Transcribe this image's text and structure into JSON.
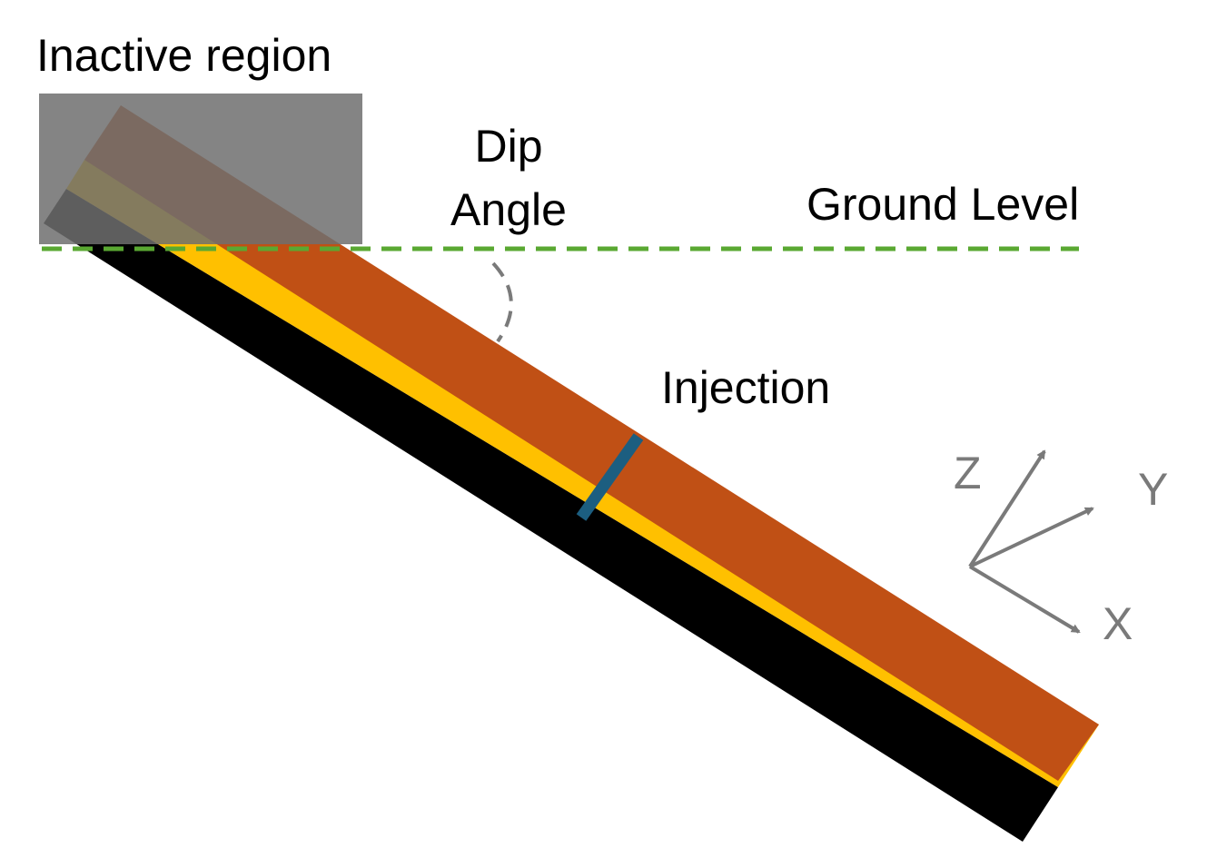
{
  "labels": {
    "inactive_region": "Inactive region",
    "dip": "Dip",
    "angle": "Angle",
    "ground_level": "Ground Level",
    "injection": "Injection"
  },
  "axes": {
    "z": "Z",
    "y": "Y",
    "x": "X"
  },
  "colors": {
    "upper_layer": "#c05015",
    "middle_layer": "#ffc000",
    "lower_layer": "#000000",
    "injection_well": "#1c5e80",
    "ground_line": "#5aa832",
    "inactive_overlay": "#6e6e6e",
    "angle_arc": "#7a7a7a",
    "axis": "#7a7a7a"
  }
}
